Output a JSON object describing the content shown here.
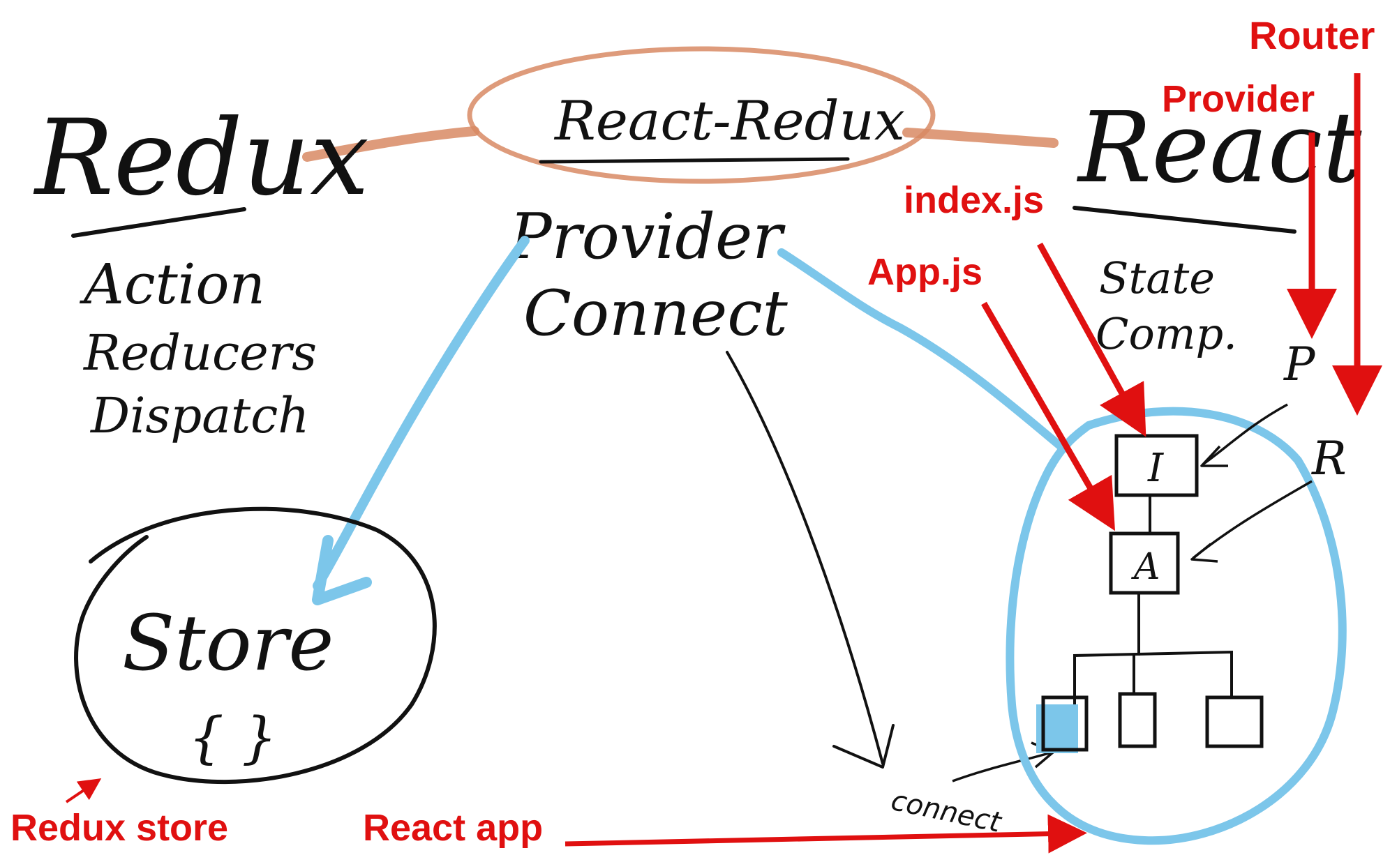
{
  "handwritten": {
    "redux": "Redux",
    "react_redux": "React-Redux",
    "react": "React",
    "redux_items": [
      "Action",
      "Reducers",
      "Dispatch"
    ],
    "react_redux_items": [
      "Provider",
      "Connect"
    ],
    "react_items": [
      "State",
      "Comp."
    ],
    "store": "Store",
    "store_braces": "{ }",
    "connect_small": "connect",
    "node_index": "I",
    "node_app": "A",
    "side_provider": "P",
    "side_router": "R"
  },
  "annotations": {
    "router": "Router",
    "provider": "Provider",
    "index_js": "index.js",
    "app_js": "App.js",
    "redux_store": "Redux store",
    "react_app": "React app"
  },
  "colors": {
    "ink": "#111111",
    "accent_red": "#e01010",
    "link_blue": "#7cc6ea",
    "oval_brown": "#d88a64"
  }
}
